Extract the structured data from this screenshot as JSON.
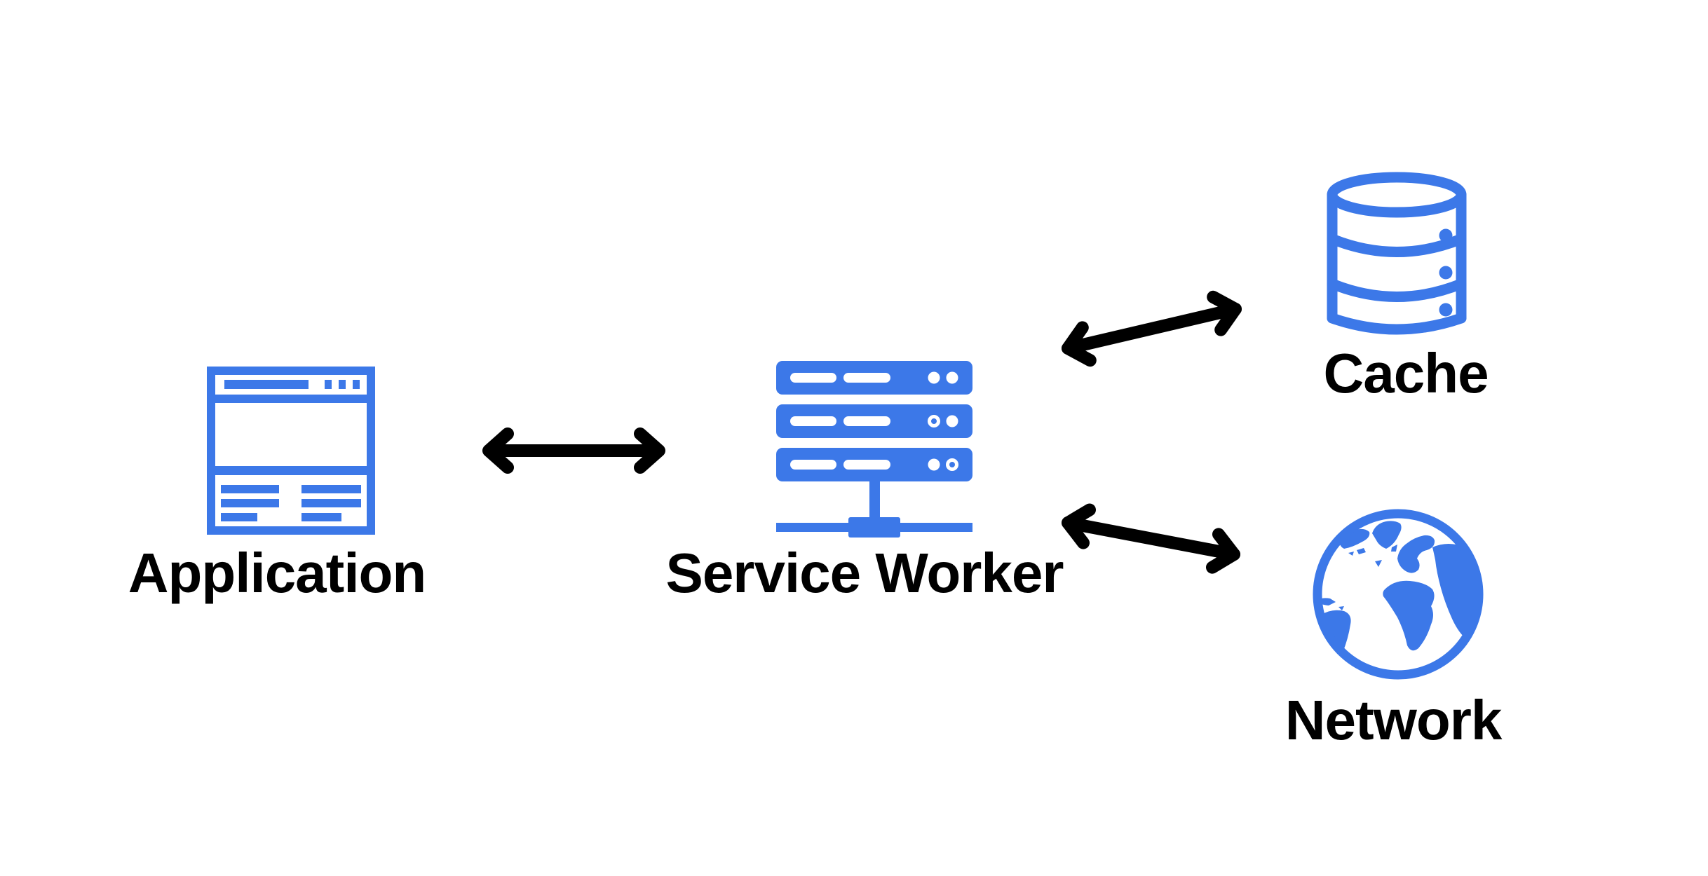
{
  "diagram": {
    "type": "architecture-diagram",
    "nodes": [
      {
        "id": "application",
        "label": "Application",
        "icon": "browser-window-icon"
      },
      {
        "id": "service-worker",
        "label": "Service Worker",
        "icon": "server-stack-icon"
      },
      {
        "id": "cache",
        "label": "Cache",
        "icon": "database-cylinder-icon"
      },
      {
        "id": "network",
        "label": "Network",
        "icon": "globe-icon"
      }
    ],
    "edges": [
      {
        "from": "Application",
        "to": "Service Worker",
        "style": "double-headed-arrow"
      },
      {
        "from": "Service Worker",
        "to": "Cache",
        "style": "double-headed-arrow"
      },
      {
        "from": "Service Worker",
        "to": "Network",
        "style": "double-headed-arrow"
      }
    ],
    "colors": {
      "icon_blue": "#3c78e8",
      "arrow_black": "#000000",
      "label_text": "#000000",
      "background": "#ffffff"
    }
  }
}
